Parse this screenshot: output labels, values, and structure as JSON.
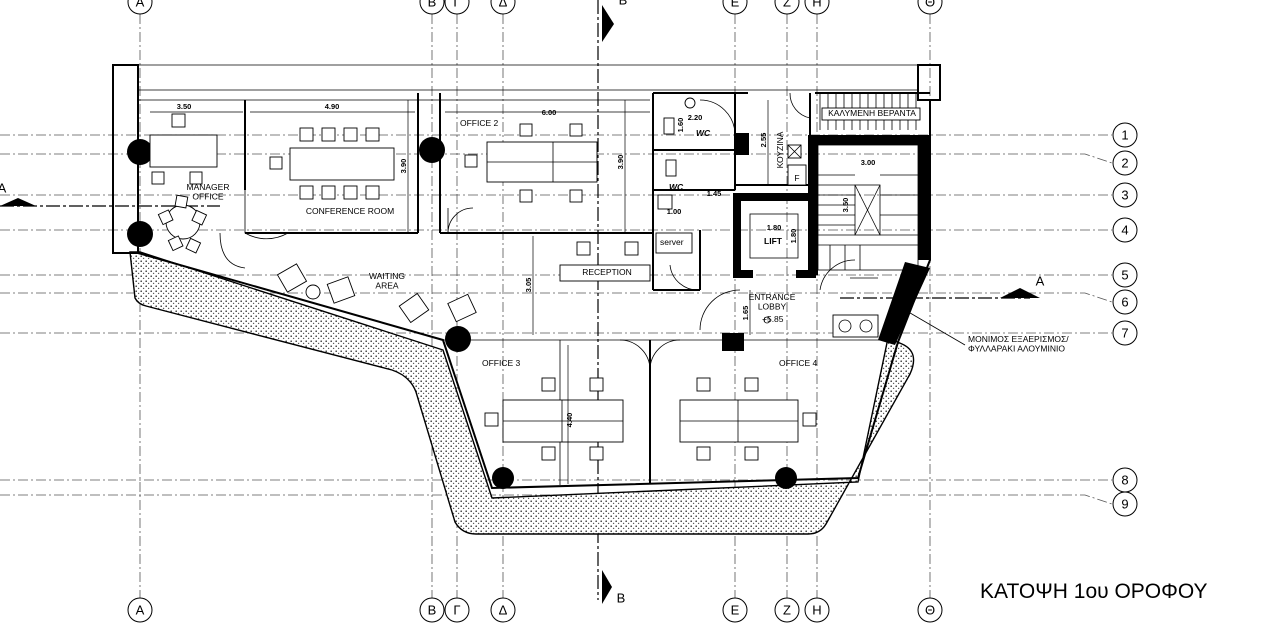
{
  "drawing": {
    "title": "ΚΑΤΟΨΗ 1ου ΟΡΟΦΟΥ",
    "section_labels": {
      "a_left": "A",
      "a_right": "A",
      "b_top": "B",
      "b_bottom": "B"
    },
    "grid_columns": [
      "A",
      "B",
      "Γ",
      "Δ",
      "E",
      "Z",
      "H",
      "Θ"
    ],
    "grid_rows": [
      "1",
      "2",
      "3",
      "4",
      "5",
      "6",
      "7",
      "8",
      "9"
    ],
    "rooms": {
      "manager_office": "MANAGER OFFICE",
      "conference_room": "CONFERENCE ROOM",
      "office_2": "OFFICE 2",
      "waiting_area": "WAITING AREA",
      "reception": "RECEPTION",
      "office_3": "OFFICE 3",
      "office_4": "OFFICE 4",
      "wc_1": "WC",
      "wc_2": "WC",
      "server": "server",
      "kitchen": "ΚΟΥΖΙΝΑ",
      "lift": "LIFT",
      "entrance_lobby": "ENTRANCE LOBBY",
      "covered_veranda": "ΚΑΛΥΜΕΝΗ ΒΕΡΑΝΤΑ"
    },
    "level": "+5.85",
    "note": "ΜΟΝΙΜΟΣ ΕΞΑΕΡΙΣΜΟΣ/ ΦΥΛΛΑΡΑΚΙ ΑΛΟΥΜΙΝΙΟ",
    "dimensions": {
      "manager_width": "3.50",
      "conference_width": "4.90",
      "office2_width": "6.00",
      "conference_depth": "3.90",
      "office2_depth": "3.90",
      "wc_width": "2.20",
      "wc_depth": "1.60",
      "wc2_width": "1.45",
      "wc2_depth": "1.00",
      "kitchen_depth": "2.55",
      "stair_width": "3.00",
      "stair_depth": "3.50",
      "lift_width": "1.80",
      "lift_depth": "1.80",
      "lobby_depth": "1.65",
      "reception_depth": "3.05",
      "office3_depth": "4.40"
    },
    "kitchen_marker": "F"
  }
}
